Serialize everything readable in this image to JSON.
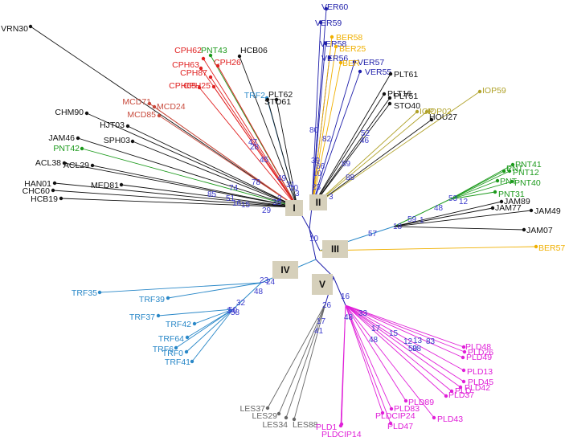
{
  "colors": {
    "black": "#111111",
    "red": "#e02020",
    "darkred": "#c84a3c",
    "green": "#1c9a1c",
    "blue": "#1e1eaa",
    "gold": "#f0b000",
    "olive": "#b0a22a",
    "teal": "#2a88c8",
    "magenta": "#e020d8",
    "gray": "#666666",
    "bootstrap": "#3a3acc",
    "clade_box": "#d6d0bb"
  },
  "clades": [
    "I",
    "II",
    "III",
    "IV",
    "V"
  ],
  "leaves": [
    {
      "label": "VRN30",
      "color": "black"
    },
    {
      "label": "CPH62",
      "color": "red"
    },
    {
      "label": "PNT43",
      "color": "green"
    },
    {
      "label": "CPH63",
      "color": "red"
    },
    {
      "label": "CPH26",
      "color": "red"
    },
    {
      "label": "CPH87",
      "color": "red"
    },
    {
      "label": "CPH65",
      "color": "red"
    },
    {
      "label": "CPH25",
      "color": "red"
    },
    {
      "label": "HCB06",
      "color": "black"
    },
    {
      "label": "MCD71",
      "color": "darkred"
    },
    {
      "label": "MCD24",
      "color": "darkred"
    },
    {
      "label": "MCD85",
      "color": "darkred"
    },
    {
      "label": "TRF2",
      "color": "teal"
    },
    {
      "label": "PLT62",
      "color": "black"
    },
    {
      "label": "STO61",
      "color": "black"
    },
    {
      "label": "CHM90",
      "color": "black"
    },
    {
      "label": "HJT03",
      "color": "black"
    },
    {
      "label": "SPH03",
      "color": "black"
    },
    {
      "label": "JAM46",
      "color": "black"
    },
    {
      "label": "PNT42",
      "color": "green"
    },
    {
      "label": "ACL38",
      "color": "black"
    },
    {
      "label": "ACL29",
      "color": "black"
    },
    {
      "label": "HAN01",
      "color": "black"
    },
    {
      "label": "MED81",
      "color": "black"
    },
    {
      "label": "CHC60",
      "color": "black"
    },
    {
      "label": "HCB19",
      "color": "black"
    },
    {
      "label": "VER60",
      "color": "blue"
    },
    {
      "label": "VER59",
      "color": "blue"
    },
    {
      "label": "VER58",
      "color": "blue"
    },
    {
      "label": "VER56",
      "color": "blue"
    },
    {
      "label": "VER57",
      "color": "blue"
    },
    {
      "label": "VER55",
      "color": "blue"
    },
    {
      "label": "BER58",
      "color": "gold"
    },
    {
      "label": "BER25",
      "color": "gold"
    },
    {
      "label": "BER",
      "color": "gold"
    },
    {
      "label": "PLT61",
      "color": "black"
    },
    {
      "label": "PLT16",
      "color": "black"
    },
    {
      "label": "PLT51",
      "color": "black"
    },
    {
      "label": "STO40",
      "color": "black"
    },
    {
      "label": "IOP",
      "color": "olive"
    },
    {
      "label": "IOP02",
      "color": "olive"
    },
    {
      "label": "HOU27",
      "color": "black"
    },
    {
      "label": "IOP59",
      "color": "olive"
    },
    {
      "label": "PNT41",
      "color": "green"
    },
    {
      "label": "PNT",
      "color": "green"
    },
    {
      "label": "PNT12",
      "color": "green"
    },
    {
      "label": "PNT",
      "color": "green"
    },
    {
      "label": "PNT40",
      "color": "green"
    },
    {
      "label": "PNT31",
      "color": "green"
    },
    {
      "label": "JAM89",
      "color": "black"
    },
    {
      "label": "JAM77",
      "color": "black"
    },
    {
      "label": "JAM49",
      "color": "black"
    },
    {
      "label": "JAM07",
      "color": "black"
    },
    {
      "label": "BER57",
      "color": "gold"
    },
    {
      "label": "TRF35",
      "color": "teal"
    },
    {
      "label": "TRF39",
      "color": "teal"
    },
    {
      "label": "TRF37",
      "color": "teal"
    },
    {
      "label": "TRF42",
      "color": "teal"
    },
    {
      "label": "TRF64",
      "color": "teal"
    },
    {
      "label": "TRF6",
      "color": "teal"
    },
    {
      "label": "TRF0",
      "color": "teal"
    },
    {
      "label": "TRF41",
      "color": "teal"
    },
    {
      "label": "LES37",
      "color": "gray"
    },
    {
      "label": "LES29",
      "color": "gray"
    },
    {
      "label": "LES34",
      "color": "gray"
    },
    {
      "label": "LES88",
      "color": "gray"
    },
    {
      "label": "PLD48",
      "color": "magenta"
    },
    {
      "label": "PLD26",
      "color": "magenta"
    },
    {
      "label": "PLD49",
      "color": "magenta"
    },
    {
      "label": "PLD13",
      "color": "magenta"
    },
    {
      "label": "PLD45",
      "color": "magenta"
    },
    {
      "label": "PLD42",
      "color": "magenta"
    },
    {
      "label": "PLD",
      "color": "magenta"
    },
    {
      "label": "PLD37",
      "color": "magenta"
    },
    {
      "label": "PLD89",
      "color": "magenta"
    },
    {
      "label": "PLD83",
      "color": "magenta"
    },
    {
      "label": "PLDCIP24",
      "color": "magenta"
    },
    {
      "label": "PLD43",
      "color": "magenta"
    },
    {
      "label": "PLD47",
      "color": "magenta"
    },
    {
      "label": "PLD1",
      "color": "magenta"
    },
    {
      "label": "PLDCIP14",
      "color": "magenta"
    }
  ],
  "bootstrap": [
    "47",
    "28",
    "45",
    "49",
    "78",
    "74",
    "85",
    "51",
    "16",
    "15",
    "29",
    "39",
    "31",
    "2",
    "3",
    "10",
    "80",
    "82",
    "39",
    "66",
    "23",
    "10",
    "46",
    "52",
    "89",
    "88",
    "3",
    "10",
    "57",
    "18",
    "59",
    "48",
    "53",
    "12",
    "1",
    "23",
    "24",
    "48",
    "32",
    "34",
    "50",
    "58",
    "16",
    "26",
    "33",
    "48",
    "17",
    "41",
    "48",
    "15",
    "17",
    "12",
    "13",
    "83",
    "50",
    "38"
  ]
}
